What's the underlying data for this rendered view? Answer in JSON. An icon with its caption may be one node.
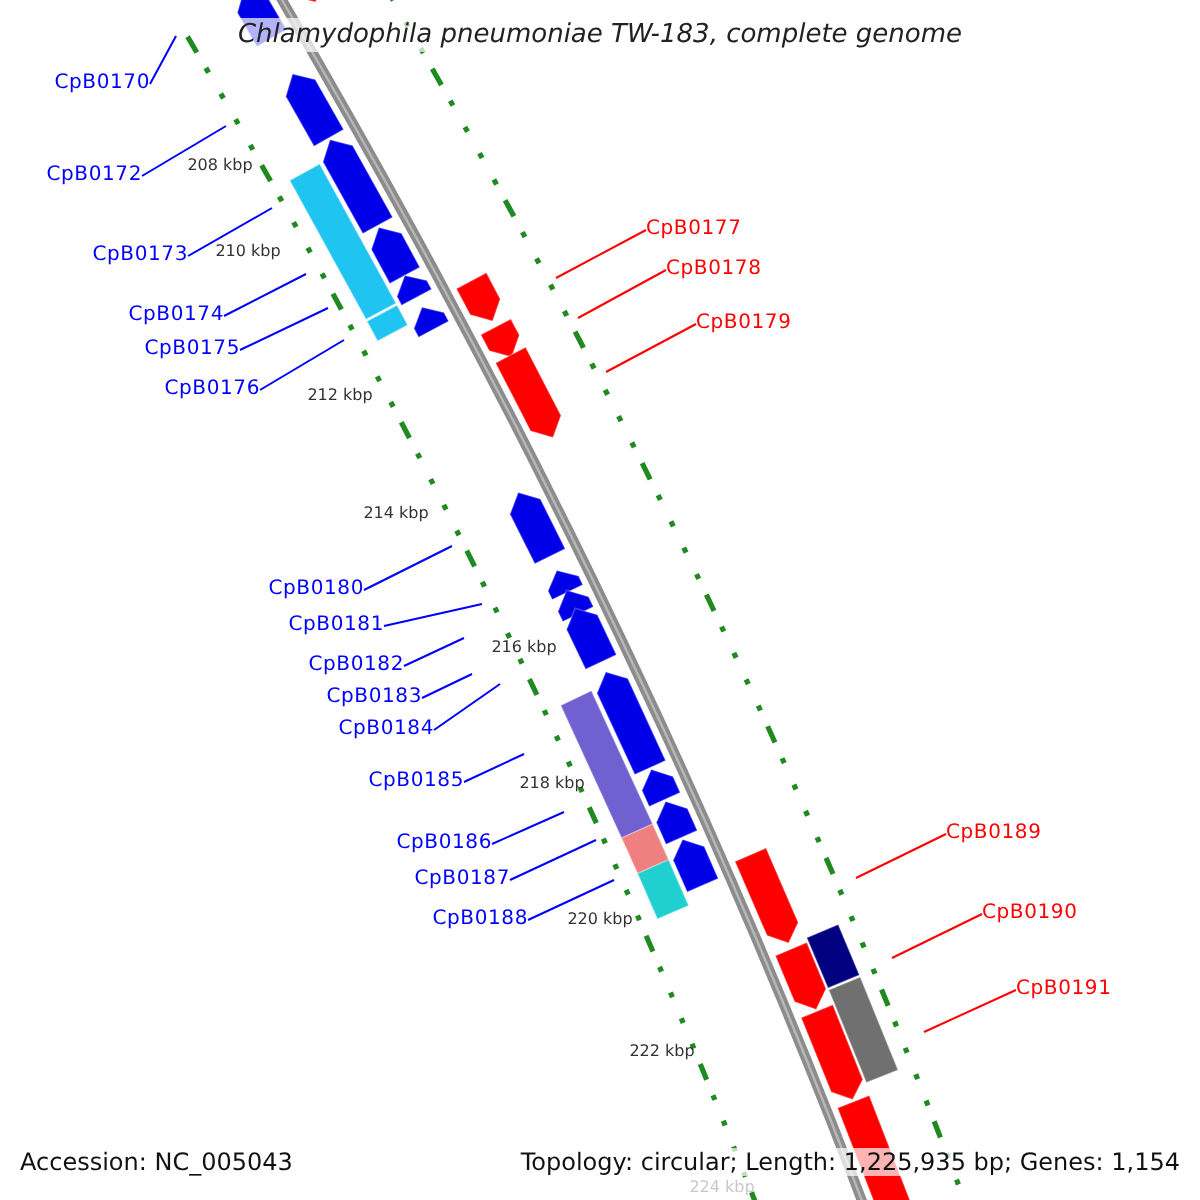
{
  "diagram": {
    "title": "Chlamydophila pneumoniae TW-183, complete genome",
    "nodes": [
      {
        "text": [
          "CpB0170"
        ]
      },
      {
        "text": [
          "CpB0172"
        ]
      },
      {
        "text": [
          "CpB0177"
        ]
      },
      {
        "text": [
          "CpB0173"
        ]
      },
      {
        "text": [
          "CpB0178"
        ]
      },
      {
        "text": [
          "CpB0174"
        ]
      },
      {
        "text": [
          "CpB0179"
        ]
      },
      {
        "text": [
          "CpB0175"
        ]
      },
      {
        "text": [
          "CpB0176"
        ]
      },
      {
        "text": [
          "CpB0180"
        ]
      },
      {
        "text": [
          "CpB0181"
        ]
      },
      {
        "text": [
          "CpB0182"
        ]
      },
      {
        "text": [
          "CpB0183"
        ]
      },
      {
        "text": [
          "CpB0184"
        ]
      },
      {
        "text": [
          "CpB0185"
        ]
      },
      {
        "text": [
          "CpB0189"
        ]
      },
      {
        "text": [
          "CpB0186"
        ]
      },
      {
        "text": [
          "CpB0187"
        ]
      },
      {
        "text": [
          "CpB0190"
        ]
      },
      {
        "text": [
          "CpB0188"
        ]
      },
      {
        "text": [
          "CpB0191"
        ]
      }
    ],
    "edges": [
      {
        "from": 0,
        "to": null,
        "arrow": "none"
      },
      {
        "from": 1,
        "to": null,
        "arrow": "none"
      },
      {
        "from": 2,
        "to": null,
        "arrow": "none",
        "color": "#ff0000"
      },
      {
        "from": 3,
        "to": null,
        "arrow": "none"
      },
      {
        "from": 4,
        "to": null,
        "arrow": "none",
        "color": "#ff0000"
      },
      {
        "from": 5,
        "to": null,
        "arrow": "none"
      },
      {
        "from": 6,
        "to": null,
        "arrow": "none",
        "color": "#ff0000"
      },
      {
        "from": 7,
        "to": null,
        "arrow": "none"
      },
      {
        "from": 8,
        "to": null,
        "arrow": "none"
      },
      {
        "from": 9,
        "to": null,
        "arrow": "none"
      },
      {
        "from": 10,
        "to": null,
        "arrow": "none"
      },
      {
        "from": 11,
        "to": null,
        "arrow": "none"
      },
      {
        "from": 12,
        "to": null,
        "arrow": "none"
      },
      {
        "from": 13,
        "to": null,
        "arrow": "none"
      },
      {
        "from": 14,
        "to": null,
        "arrow": "none"
      },
      {
        "from": 15,
        "to": null,
        "arrow": "none",
        "color": "#ff0000"
      },
      {
        "from": 16,
        "to": null,
        "arrow": "none"
      },
      {
        "from": 17,
        "to": null,
        "arrow": "none"
      },
      {
        "from": 18,
        "to": null,
        "arrow": "none",
        "color": "#ff0000"
      },
      {
        "from": 19,
        "to": null,
        "arrow": "none"
      },
      {
        "from": 20,
        "to": null,
        "arrow": "none",
        "color": "#ff0000"
      }
    ],
    "labels": [
      "208 kbp",
      "210 kbp",
      "212 kbp",
      "214 kbp",
      "216 kbp",
      "218 kbp",
      "220 kbp",
      "222 kbp",
      "224 kbp",
      "Accession: NC_005043",
      "Topology: circular; Length: 1,225,935 bp; Genes: 1,154"
    ]
  }
}
